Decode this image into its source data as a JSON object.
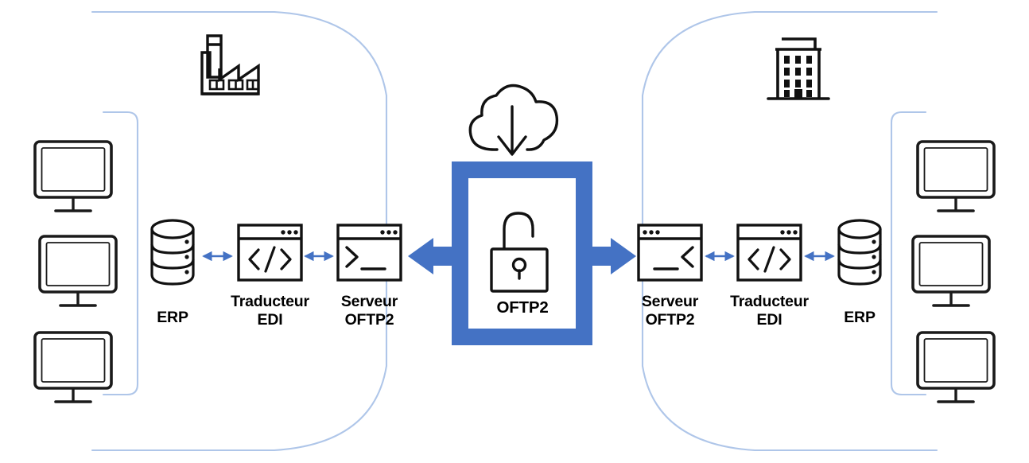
{
  "diagram": {
    "title": "OFTP2 EDI exchange between two partner organizations",
    "colors": {
      "accent_blue": "#4472C4",
      "bracket_blue": "#AFC6E9",
      "arrow_blue": "#4472C4",
      "line_black": "#000000",
      "background": "#FFFFFF"
    }
  },
  "left_org": {
    "name": "factory-organization",
    "building_icon": "factory-icon",
    "workstations": [
      {
        "icon": "monitor-icon"
      },
      {
        "icon": "monitor-icon"
      },
      {
        "icon": "monitor-icon"
      }
    ],
    "nodes": [
      {
        "icon": "database-icon",
        "label": "ERP"
      },
      {
        "icon": "code-window-icon",
        "label": "Traducteur\nEDI"
      },
      {
        "icon": "terminal-window-icon",
        "label": "Serveur\nOFTP2"
      }
    ],
    "links": [
      {
        "type": "bidirectional-arrow",
        "from": "ERP",
        "to": "Traducteur EDI"
      },
      {
        "type": "bidirectional-arrow",
        "from": "Traducteur EDI",
        "to": "Serveur OFTP2"
      }
    ]
  },
  "center": {
    "name": "oftp2-gateway",
    "label": "OFTP2",
    "lock_icon": "open-padlock-icon",
    "cloud_icon": "cloud-download-icon",
    "arrows": [
      {
        "icon": "arrow-left-icon",
        "direction": "left"
      },
      {
        "icon": "arrow-right-icon",
        "direction": "right"
      }
    ]
  },
  "right_org": {
    "name": "office-organization",
    "building_icon": "office-building-icon",
    "workstations": [
      {
        "icon": "monitor-icon"
      },
      {
        "icon": "monitor-icon"
      },
      {
        "icon": "monitor-icon"
      }
    ],
    "nodes": [
      {
        "icon": "terminal-window-mirrored-icon",
        "label": "Serveur\nOFTP2"
      },
      {
        "icon": "code-window-icon",
        "label": "Traducteur\nEDI"
      },
      {
        "icon": "database-icon",
        "label": "ERP"
      }
    ],
    "links": [
      {
        "type": "bidirectional-arrow",
        "from": "Serveur OFTP2",
        "to": "Traducteur EDI"
      },
      {
        "type": "bidirectional-arrow",
        "from": "Traducteur EDI",
        "to": "ERP"
      }
    ]
  }
}
